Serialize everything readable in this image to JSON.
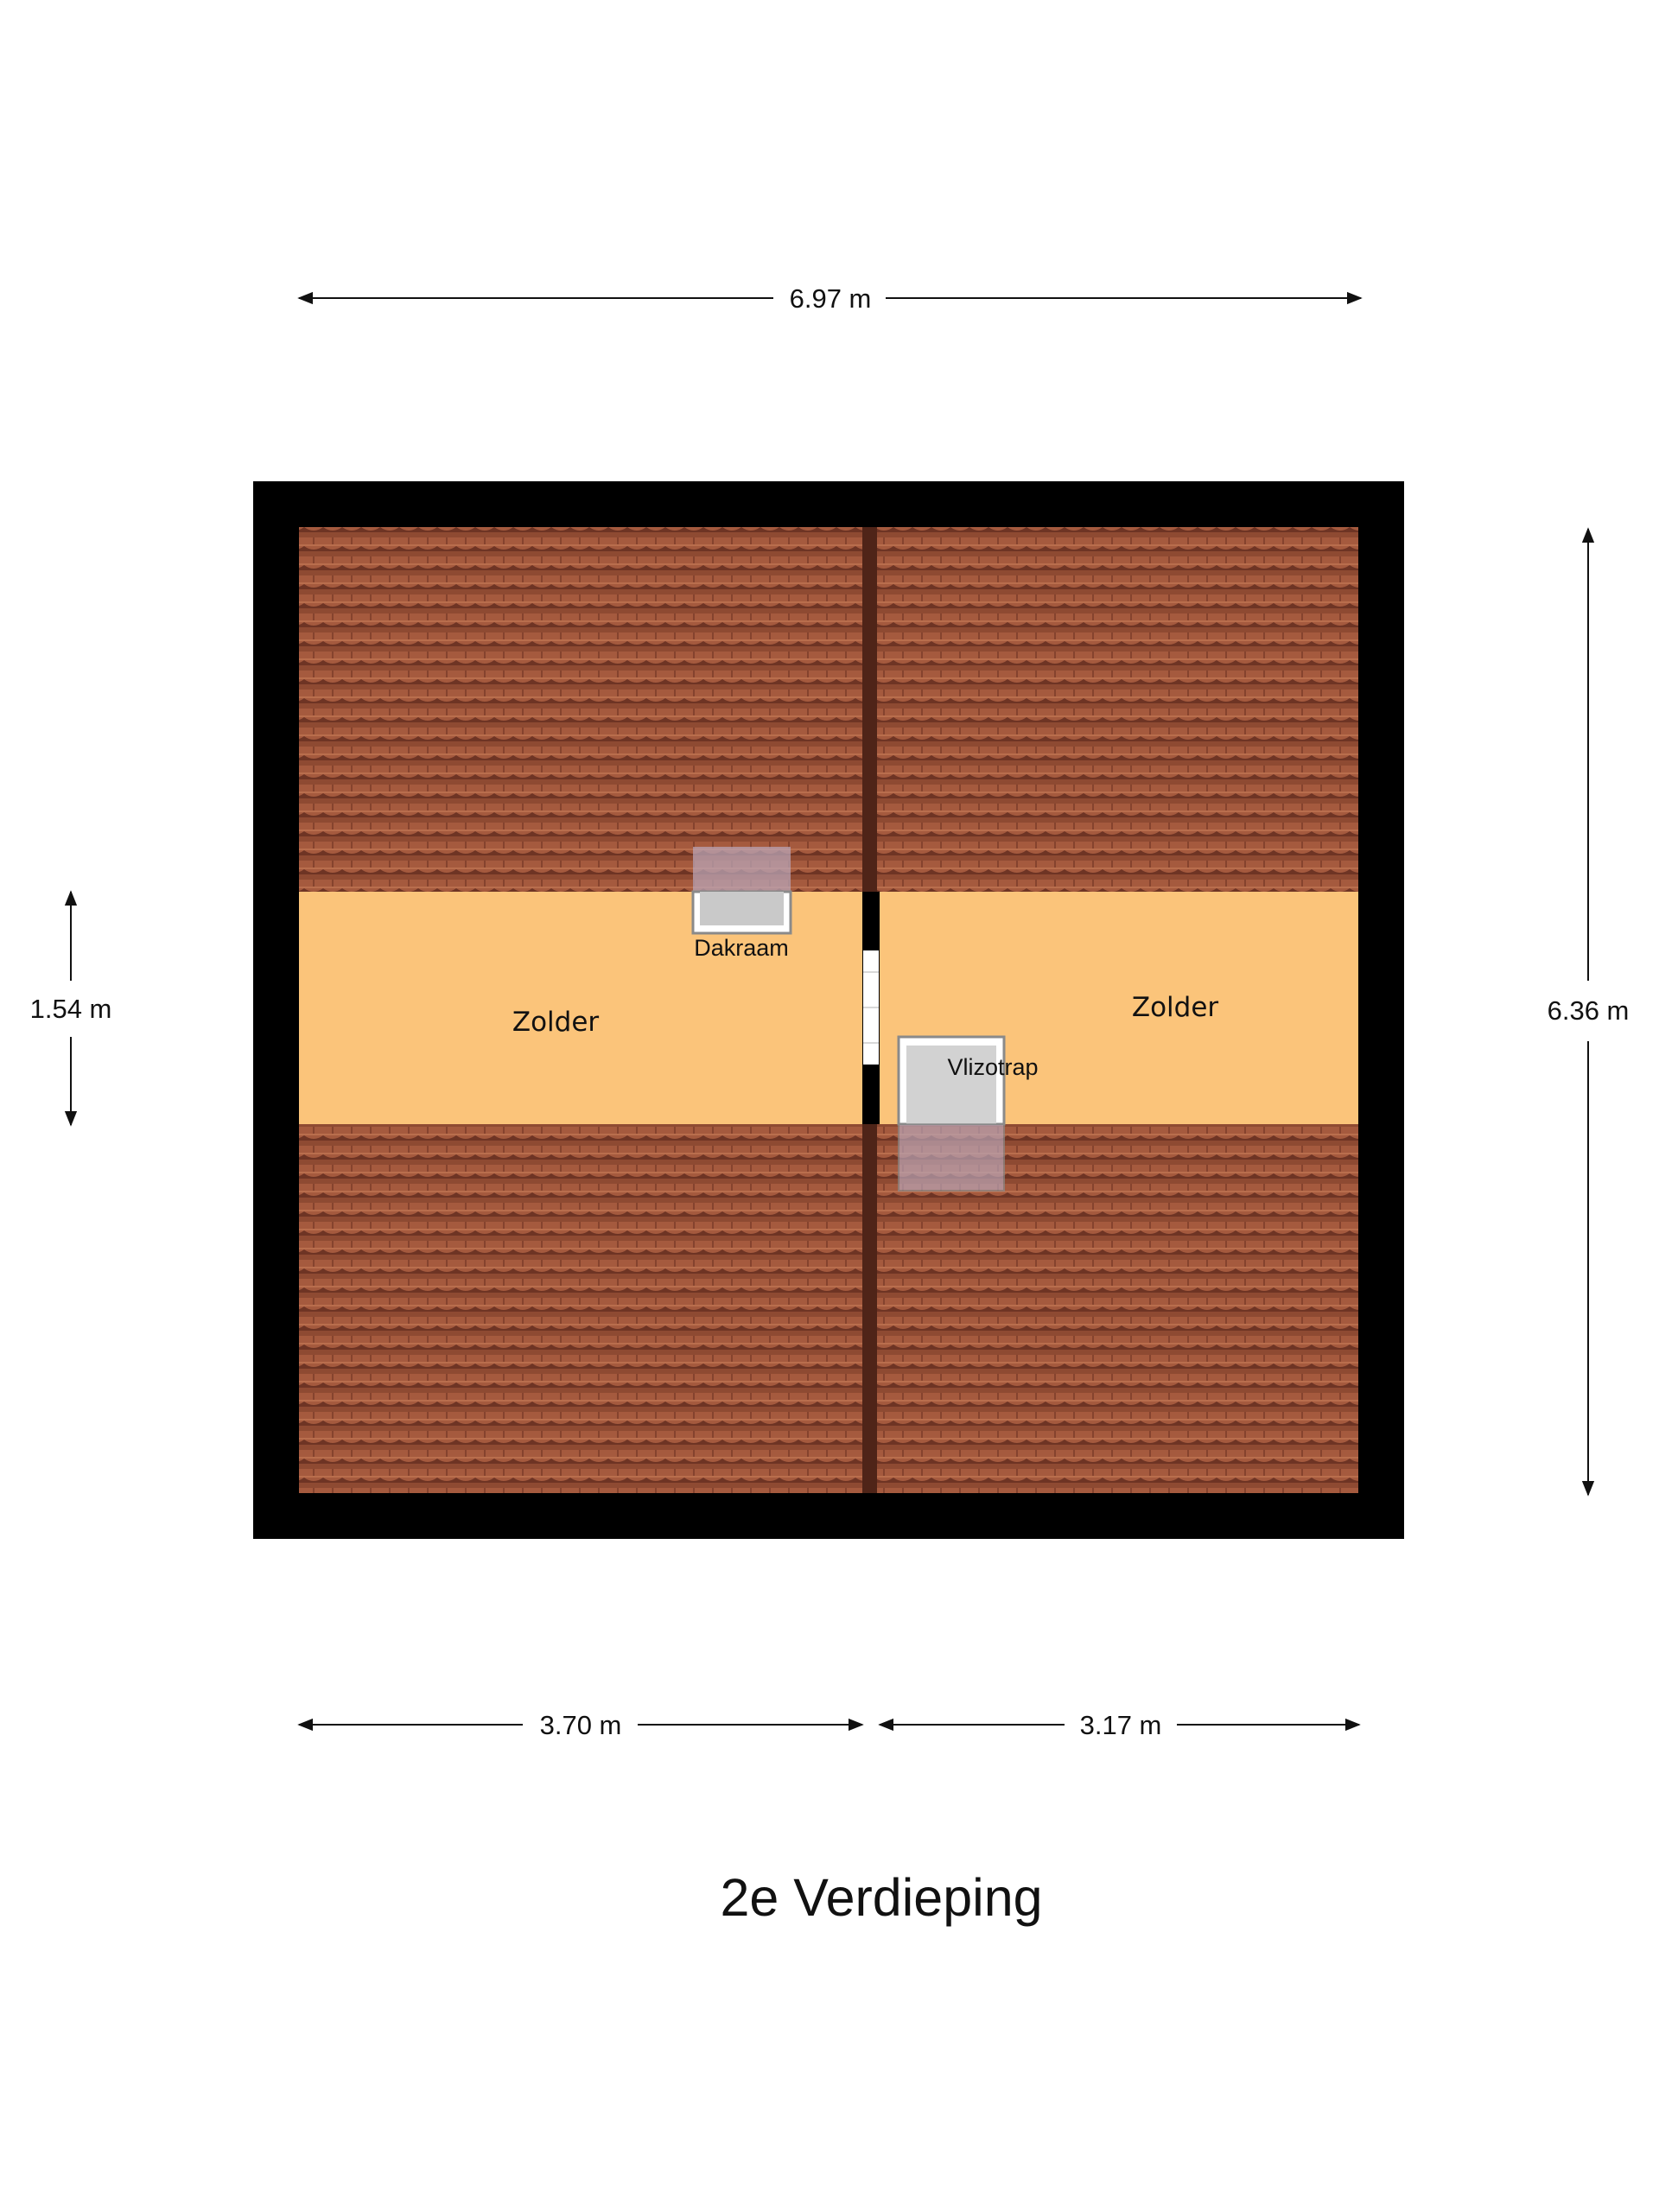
{
  "title": "2e Verdieping",
  "dimensions": {
    "total_width": "6.97 m",
    "total_depth": "6.36 m",
    "floor_band_depth": "1.54 m",
    "left_width": "3.70 m",
    "right_width": "3.17 m"
  },
  "rooms": {
    "left": "Zolder",
    "right": "Zolder"
  },
  "fixtures": {
    "skylight": "Dakraam",
    "attic_ladder": "Vlizotrap"
  },
  "colors": {
    "wall": "#000000",
    "floor": "#fbc47a",
    "roof_tile": "#a55a3e",
    "roof_tile_shadow": "#6e3424",
    "ridge": "#4f2418",
    "fixture_fill": "#c9c9c9",
    "fixture_frame": "#8a8a8a"
  },
  "icons": {
    "dimension_arrow": "arrowhead",
    "door_opening": "door-gap"
  }
}
